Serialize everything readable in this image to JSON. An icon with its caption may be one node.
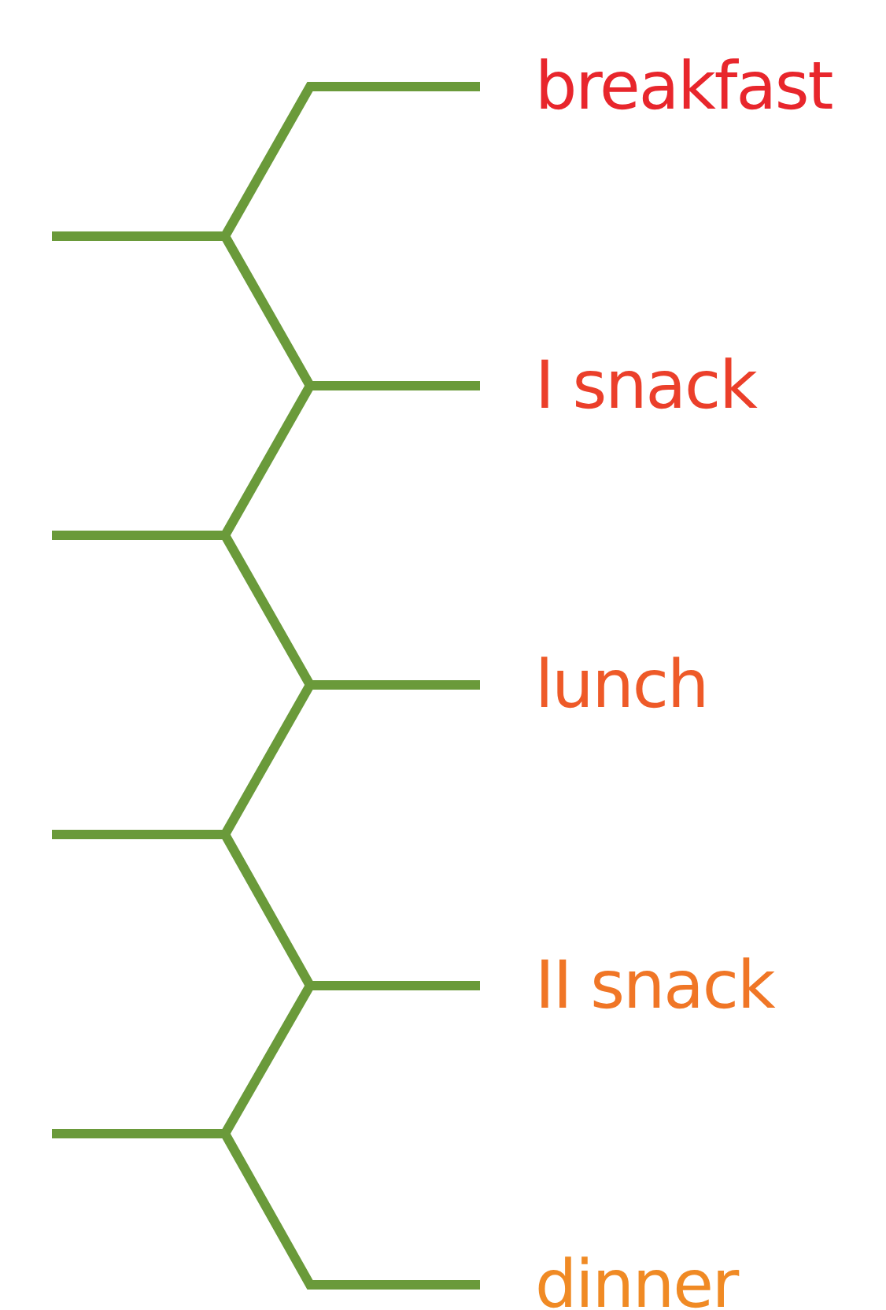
{
  "diagram": {
    "nodes": [
      {
        "text": [
          "breakfast"
        ]
      },
      {
        "text": [
          "I snack"
        ]
      },
      {
        "text": [
          "lunch"
        ]
      },
      {
        "text": [
          "II snack"
        ]
      },
      {
        "text": [
          "dinner"
        ]
      }
    ],
    "edges": [
      {
        "from": null,
        "to": 0,
        "arrow": "none"
      },
      {
        "from": null,
        "to": 1,
        "arrow": "none"
      },
      {
        "from": null,
        "to": 1,
        "arrow": "none"
      },
      {
        "from": null,
        "to": 2,
        "arrow": "none"
      },
      {
        "from": null,
        "to": 2,
        "arrow": "none"
      },
      {
        "from": null,
        "to": 3,
        "arrow": "none"
      },
      {
        "from": null,
        "to": 3,
        "arrow": "none"
      },
      {
        "from": null,
        "to": 4,
        "arrow": "none"
      }
    ]
  }
}
